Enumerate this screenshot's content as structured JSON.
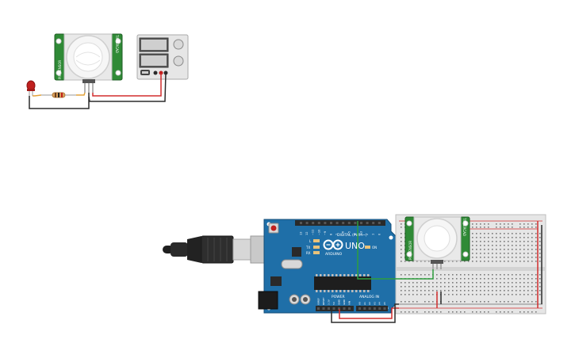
{
  "canvas": {
    "background": "#ffffff"
  },
  "circuit1": {
    "pir_sensor": {
      "side_label_left": "PIR SENSOR",
      "side_label_right": "TINKERCAD"
    },
    "power_supply": {
      "icon": "power-supply-icon"
    },
    "led": {
      "color": "#c0201e"
    },
    "resistor": {
      "color": "#d9a05b"
    }
  },
  "circuit2": {
    "arduino": {
      "brand": "ARDUINO",
      "model": "UNO",
      "digital_label": "DIGITAL (PWM~)",
      "power_label": "POWER",
      "analog_label": "ANALOG IN",
      "tx_label": "TX",
      "rx_label": "RX",
      "l_label": "L",
      "on_label": "ON",
      "board_color": "#1f6fa8",
      "digital_pins": [
        "13",
        "12",
        "~11",
        "~10",
        "~9",
        "8",
        "7",
        "~6",
        "~5",
        "4",
        "~3",
        "2",
        "1",
        "0"
      ],
      "power_pins": [
        "IOREF",
        "RESET",
        "3.3V",
        "5V",
        "GND",
        "GND",
        "VIN"
      ],
      "analog_pins": [
        "A0",
        "A1",
        "A2",
        "A3",
        "A4",
        "A5"
      ]
    },
    "pir_sensor": {
      "side_label_left": "PIR SENSOR",
      "side_label_right": "TINKERCAD"
    },
    "breadboard": {
      "icon": "breadboard-icon"
    },
    "usb_cable": {
      "icon": "usb-plug-icon"
    }
  },
  "colors": {
    "wire_red": "#d22d2d",
    "wire_black": "#2b2b2b",
    "wire_green": "#2e9e3e",
    "pcb_green": "#2f8a36"
  }
}
